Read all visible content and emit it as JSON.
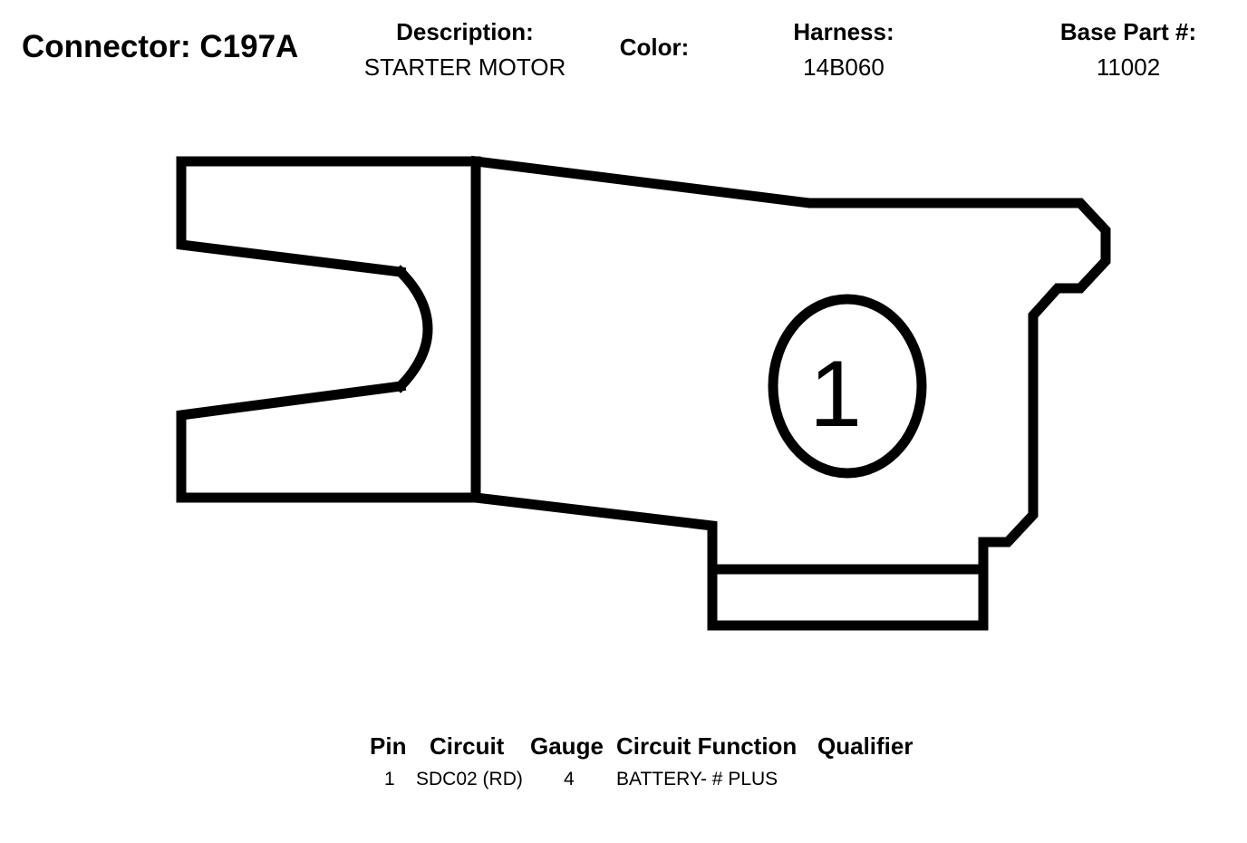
{
  "header": {
    "connector_label": "Connector: C197A",
    "description_label": "Description:",
    "description_value": "STARTER MOTOR",
    "color_label": "Color:",
    "harness_label": "Harness:",
    "harness_value": "14B060",
    "base_part_label": "Base Part #:",
    "base_part_value": "11002"
  },
  "diagram": {
    "pin_label": "1"
  },
  "pin_table": {
    "headers": {
      "pin": "Pin",
      "circuit": "Circuit",
      "gauge": "Gauge",
      "function": "Circuit Function",
      "qualifier": "Qualifier"
    },
    "rows": [
      {
        "pin": "1",
        "circuit": "SDC02 (RD)",
        "gauge": "4",
        "function": "BATTERY- # PLUS",
        "qualifier": ""
      }
    ]
  }
}
